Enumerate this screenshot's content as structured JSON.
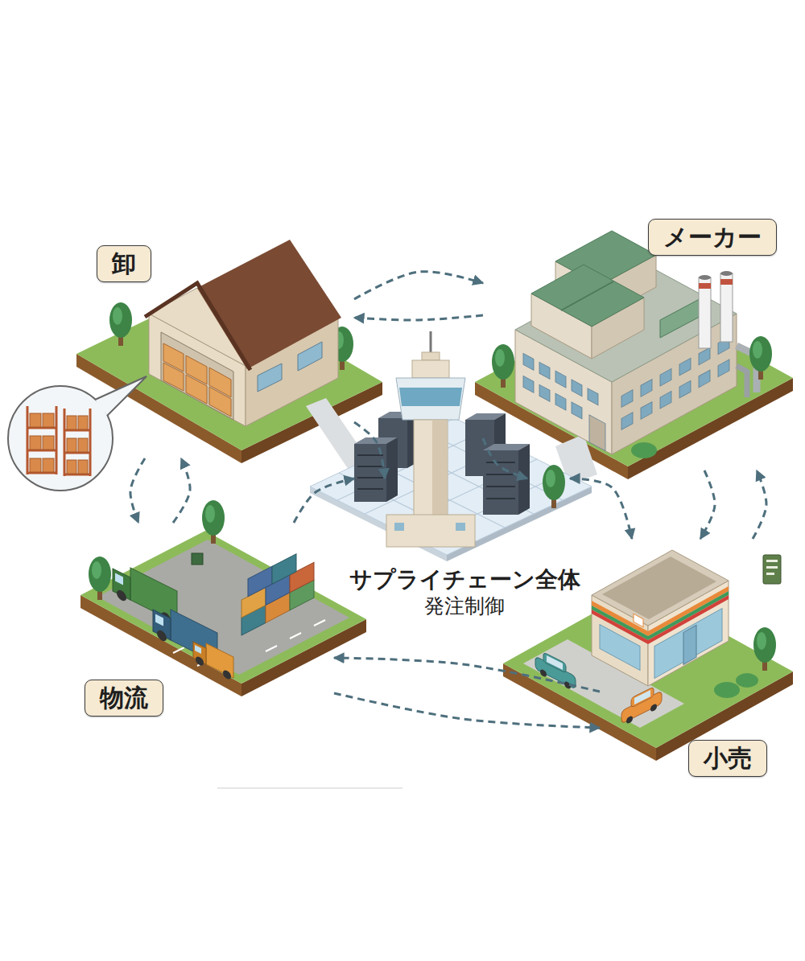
{
  "diagram": {
    "nodes": [
      {
        "text": [
          "卸"
        ]
      },
      {
        "text": [
          "メーカー"
        ]
      },
      {
        "text": [
          "サプライチェーン全体",
          "発注制御"
        ]
      },
      {
        "text": [
          "物流"
        ]
      },
      {
        "text": [
          "小売"
        ]
      }
    ],
    "edges": [
      {
        "from": 0,
        "to": 1,
        "arrow": "to"
      },
      {
        "from": 1,
        "to": 0,
        "arrow": "to"
      },
      {
        "from": 1,
        "to": 4,
        "arrow": "to"
      },
      {
        "from": 4,
        "to": 1,
        "arrow": "to"
      },
      {
        "from": 4,
        "to": 3,
        "arrow": "to"
      },
      {
        "from": 3,
        "to": 4,
        "arrow": "to"
      },
      {
        "from": 3,
        "to": 0,
        "arrow": "to"
      },
      {
        "from": 0,
        "to": 3,
        "arrow": "to"
      },
      {
        "from": 0,
        "to": 2,
        "arrow": "to"
      },
      {
        "from": 1,
        "to": 2,
        "arrow": "to"
      },
      {
        "from": 2,
        "to": 4,
        "arrow": "both"
      },
      {
        "from": 3,
        "to": 2,
        "arrow": "to"
      }
    ]
  }
}
